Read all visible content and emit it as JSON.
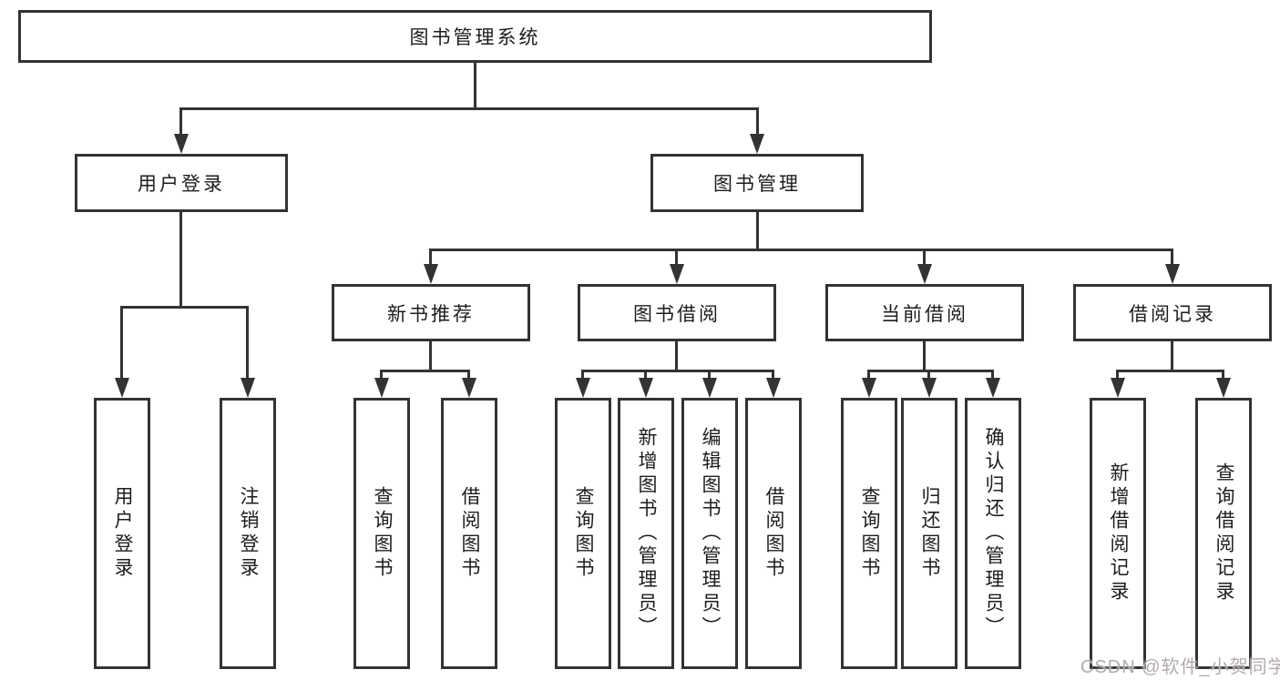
{
  "diagram": {
    "root": {
      "label": "图书管理系统"
    },
    "level2": [
      {
        "label": "用户登录"
      },
      {
        "label": "图书管理"
      }
    ],
    "level3": [
      {
        "label": "新书推荐"
      },
      {
        "label": "图书借阅"
      },
      {
        "label": "当前借阅"
      },
      {
        "label": "借阅记录"
      }
    ],
    "leaves": [
      {
        "label": "用户登录"
      },
      {
        "label": "注销登录"
      },
      {
        "label": "查询图书"
      },
      {
        "label": "借阅图书"
      },
      {
        "label": "查询图书"
      },
      {
        "label": "新增图书（管理员）"
      },
      {
        "label": "编辑图书（管理员）"
      },
      {
        "label": "借阅图书"
      },
      {
        "label": "查询图书"
      },
      {
        "label": "归还图书"
      },
      {
        "label": "确认归还（管理员）"
      },
      {
        "label": "新增借阅记录"
      },
      {
        "label": "查询借阅记录"
      }
    ]
  },
  "watermark": {
    "text": "CSDN @软件_小贺同学"
  },
  "colors": {
    "line": "#333333",
    "text": "#1d1d1d",
    "background": "#ffffff",
    "watermark": "#b3abab"
  }
}
